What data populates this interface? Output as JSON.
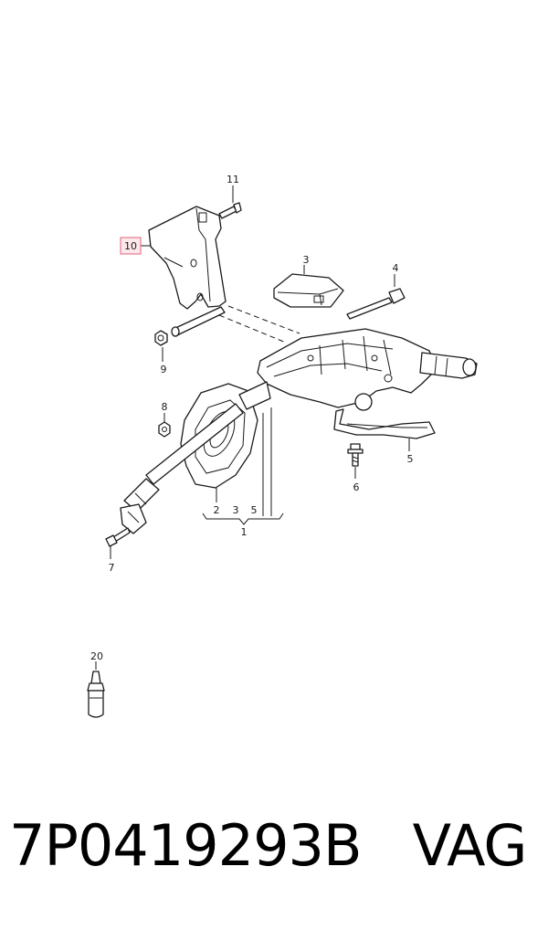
{
  "callouts": {
    "c1": "1",
    "c2": "2",
    "c3_top": "3",
    "c3_bottom": "3",
    "c4": "4",
    "c5_right": "5",
    "c5_bottom": "5",
    "c6": "6",
    "c7": "7",
    "c8": "8",
    "c9": "9",
    "c10": "10",
    "c11": "11",
    "c20": "20"
  },
  "highlighted_part": "10",
  "caption": {
    "part_number": "7P0419293B",
    "brand": "VAG"
  },
  "colors": {
    "line": "#1a1a1a",
    "highlight_fill": "#fde7ea",
    "highlight_stroke": "#e0637a"
  }
}
